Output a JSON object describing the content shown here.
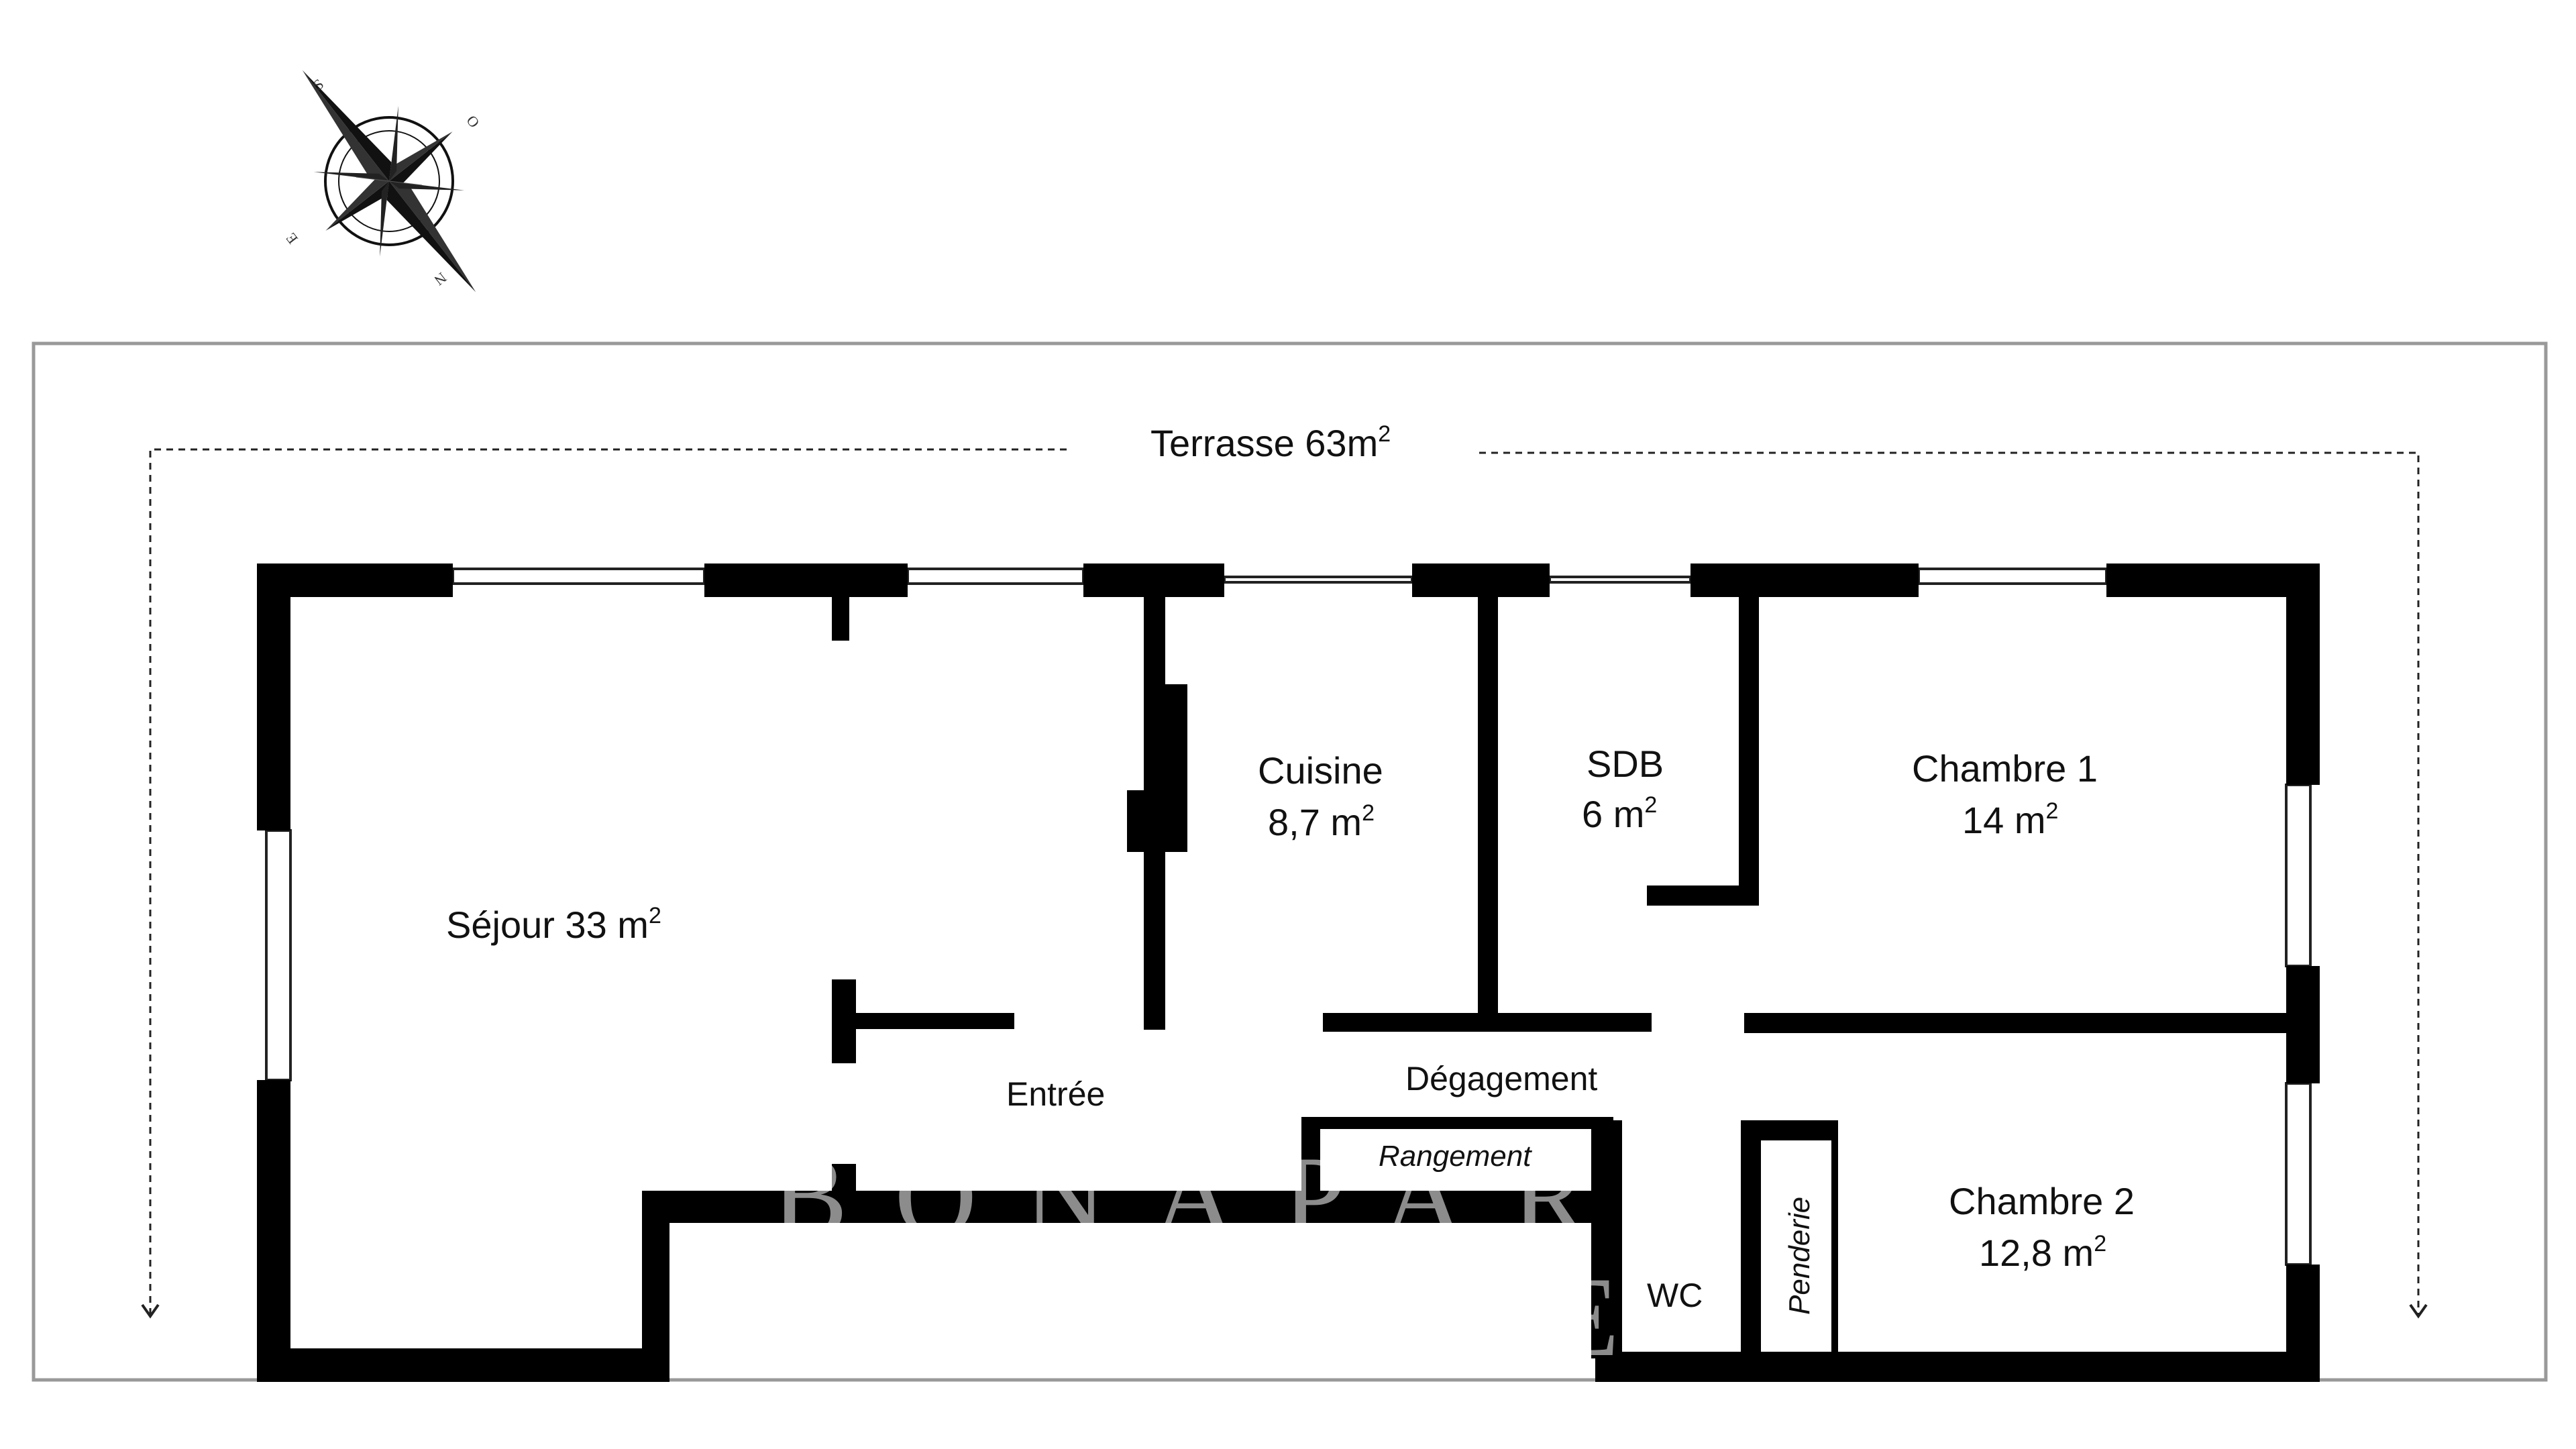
{
  "terrace": {
    "label": "Terrasse 63m",
    "sup": "2"
  },
  "rooms": {
    "sejour": {
      "name": "Séjour 33 m",
      "sup": "2"
    },
    "cuisine": {
      "name": "Cuisine",
      "area": "8,7 m",
      "sup": "2"
    },
    "sdb": {
      "name": "SDB",
      "area": "6 m",
      "sup": "2"
    },
    "chambre1": {
      "name": "Chambre 1",
      "area": "14 m",
      "sup": "2"
    },
    "chambre2": {
      "name": "Chambre 2",
      "area": "12,8 m",
      "sup": "2"
    },
    "entree": {
      "name": "Entrée"
    },
    "degagement": {
      "name": "Dégagement"
    },
    "rangement": {
      "name": "Rangement"
    },
    "wc": {
      "name": "WC"
    },
    "penderie": {
      "name": "Penderie"
    }
  },
  "compass": {
    "n": "N",
    "s": "S",
    "e": "E",
    "o": "O"
  },
  "watermark": {
    "text": "BONAPART",
    "sub": "E"
  },
  "colors": {
    "wall": "#000000",
    "outline": "#999999",
    "text": "#111111"
  }
}
